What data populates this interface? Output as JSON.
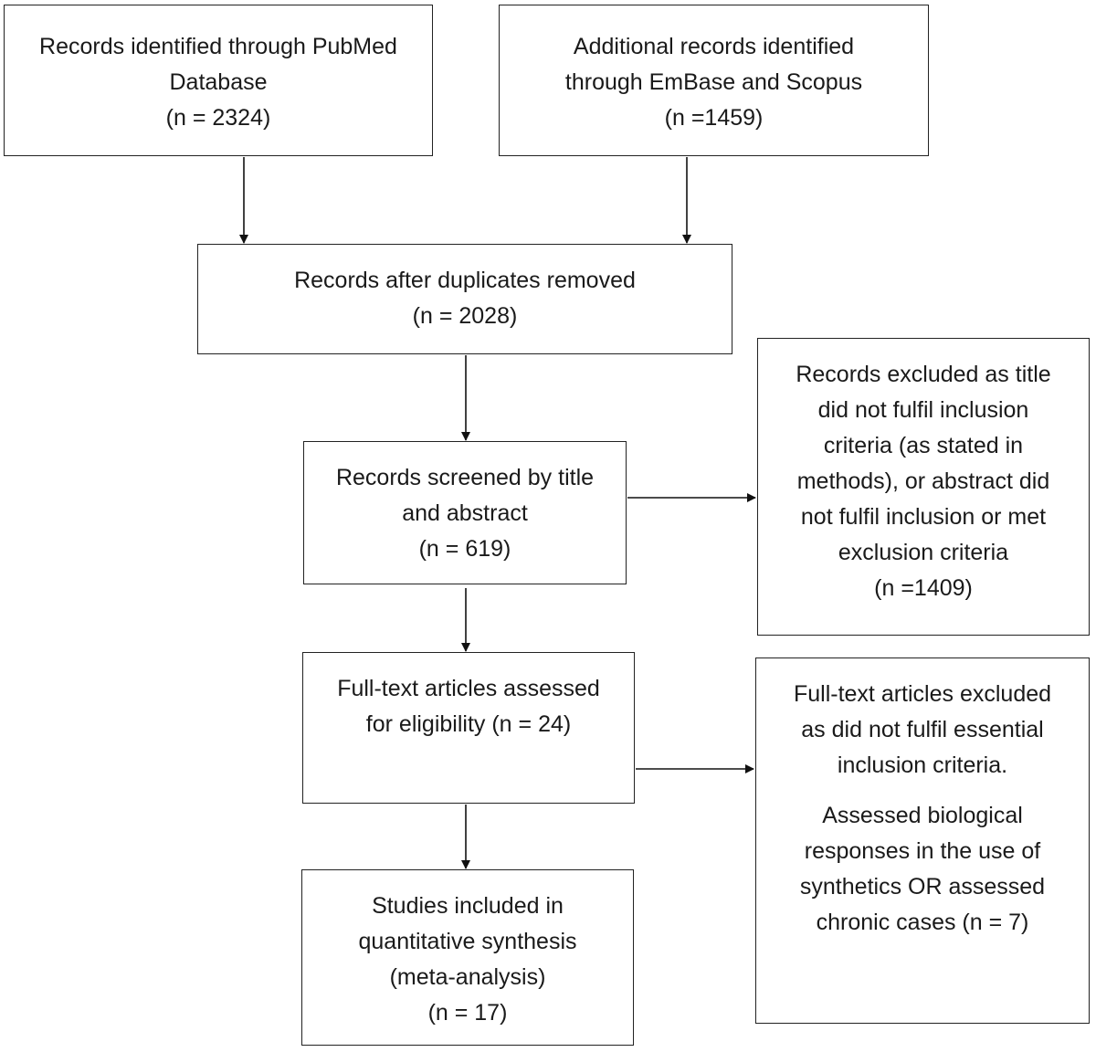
{
  "boxes": {
    "pubmed": [
      "Records identified through PubMed",
      "Database",
      "(n = 2324)"
    ],
    "additional": [
      "Additional records identified",
      "through EmBase and Scopus",
      "(n =1459)"
    ],
    "duplicates": [
      "Records after duplicates removed",
      "(n = 2028)"
    ],
    "screened": [
      "Records screened by title",
      "and abstract",
      "(n = 619)"
    ],
    "excluded_title": [
      "Records excluded as title",
      "did not fulfil inclusion",
      "criteria (as stated in",
      "methods), or abstract did",
      "not fulfil inclusion or met",
      "exclusion criteria",
      "(n =1409)"
    ],
    "fulltext": [
      "Full-text articles assessed",
      "for eligibility (n = 24)"
    ],
    "excluded_fulltext": [
      "Full-text articles excluded",
      "as did not fulfil essential",
      "inclusion criteria."
    ],
    "excluded_fulltext_detail": [
      "Assessed biological",
      "responses in the use of",
      "synthetics OR assessed",
      "chronic cases (n = 7)"
    ],
    "included": [
      "Studies included in",
      "quantitative synthesis",
      "(meta-analysis)",
      "(n = 17)"
    ]
  }
}
